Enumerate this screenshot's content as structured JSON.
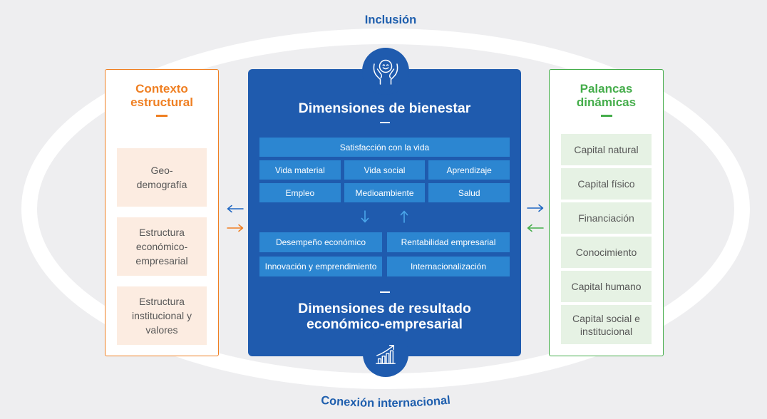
{
  "diagram": {
    "top_label": "Inclusión",
    "bottom_label": "Conexión internacional",
    "colors": {
      "background": "#eeeef0",
      "ring": "#ffffff",
      "blue_dark": "#1f5bae",
      "blue_bar": "#2c86d1",
      "blue_arrow": "#4aa6ea",
      "label_blue": "#1f5fae",
      "connector_blue": "#1e66c2",
      "orange": "#ef7f22",
      "orange_fill": "#fcece1",
      "green": "#45ad4b",
      "green_fill": "#e6f2e4",
      "box_text": "#575757"
    },
    "left_panel": {
      "title": [
        "Contexto",
        "estructural"
      ],
      "items": [
        {
          "lines": [
            "Geo-",
            "demografía"
          ]
        },
        {
          "lines": [
            "Estructura",
            "económico-",
            "empresarial"
          ]
        },
        {
          "lines": [
            "Estructura",
            "institucional y",
            "valores"
          ]
        }
      ]
    },
    "center_panel": {
      "top_icon": "smiley-hands-icon",
      "title": "Dimensiones de bienestar",
      "wellbeing_rows": [
        [
          "Satisfacción con la vida"
        ],
        [
          "Vida material",
          "Vida social",
          "Aprendizaje"
        ],
        [
          "Empleo",
          "Medioambiente",
          "Salud"
        ]
      ],
      "flow_icons": [
        "arrow-down-icon",
        "arrow-up-icon"
      ],
      "result_rows": [
        [
          "Desempeño económico",
          "Rentabilidad empresarial"
        ],
        [
          "Innovación y emprendimiento",
          "Internacionalización"
        ]
      ],
      "bottom_title": [
        "Dimensiones de resultado",
        "económico-empresarial"
      ],
      "bottom_icon": "growth-chart-icon"
    },
    "right_panel": {
      "title": [
        "Palancas",
        "dinámicas"
      ],
      "items": [
        {
          "lines": [
            "Capital natural"
          ]
        },
        {
          "lines": [
            "Capital físico"
          ]
        },
        {
          "lines": [
            "Financiación"
          ]
        },
        {
          "lines": [
            "Conocimiento"
          ]
        },
        {
          "lines": [
            "Capital humano"
          ]
        },
        {
          "lines": [
            "Capital social e",
            "institucional"
          ]
        }
      ]
    },
    "connectors": {
      "left": [
        "arrow-left-icon",
        "arrow-right-icon"
      ],
      "right": [
        "arrow-right-icon",
        "arrow-left-icon"
      ]
    }
  }
}
